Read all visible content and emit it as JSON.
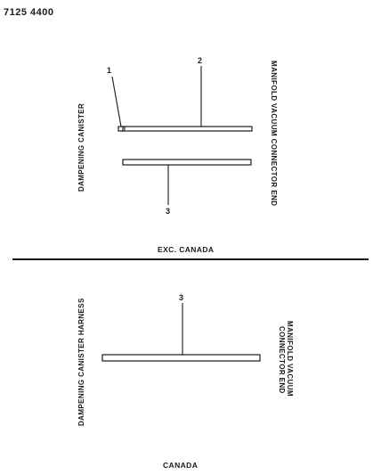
{
  "header": {
    "doc_number": "7125 4400"
  },
  "upper": {
    "left_label": "DAMPENING CANISTER",
    "right_label": "MANIFOLD VACUUM CONNECTOR END",
    "callouts": {
      "c1": "1",
      "c2": "2",
      "c3": "3"
    },
    "section_label": "EXC. CANADA"
  },
  "lower": {
    "left_label": "DAMPENING CANISTER HARNESS",
    "right_label_line1": "MANIFOLD VACUUM",
    "right_label_line2": "CONNECTOR END",
    "callout": "3",
    "section_label": "CANADA"
  },
  "colors": {
    "ink": "#1a1a1a",
    "paper": "#ffffff"
  }
}
